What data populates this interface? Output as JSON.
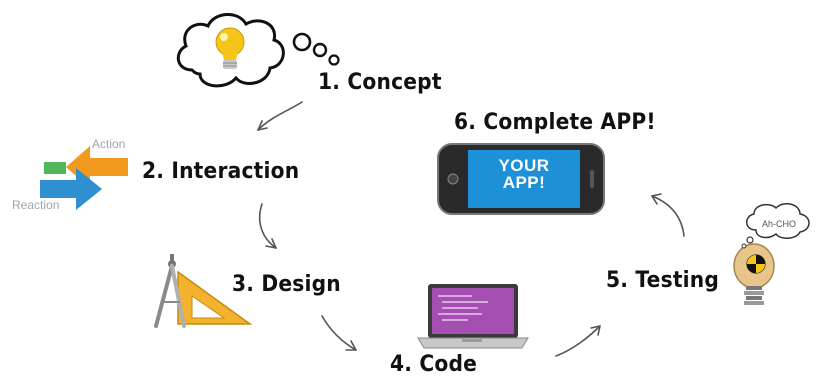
{
  "steps": [
    {
      "label": "1. Concept"
    },
    {
      "label": "2. Interaction"
    },
    {
      "label": "3. Design"
    },
    {
      "label": "4. Code"
    },
    {
      "label": "5. Testing"
    },
    {
      "label": "6. Complete APP!"
    }
  ],
  "interaction_icon": {
    "action_text": "Action",
    "reaction_text": "Reaction"
  },
  "phone_screen": {
    "line1": "YOUR",
    "line2": "APP!"
  },
  "testing_bubble": {
    "text": "Ah-CHO"
  },
  "colors": {
    "accent_blue": "#2f8fd0",
    "orange": "#f29a1e",
    "green": "#3fae49",
    "laptop_screen": "#a64fb2",
    "bulb": "#f6c51a"
  },
  "icons": {
    "concept": "thought-bubble-lightbulb-icon",
    "interaction": "interaction-arrows-icon",
    "design": "compass-triangle-ruler-icon",
    "code": "laptop-code-icon",
    "testing": "crash-test-dummy-icon",
    "complete": "smartphone-icon"
  }
}
